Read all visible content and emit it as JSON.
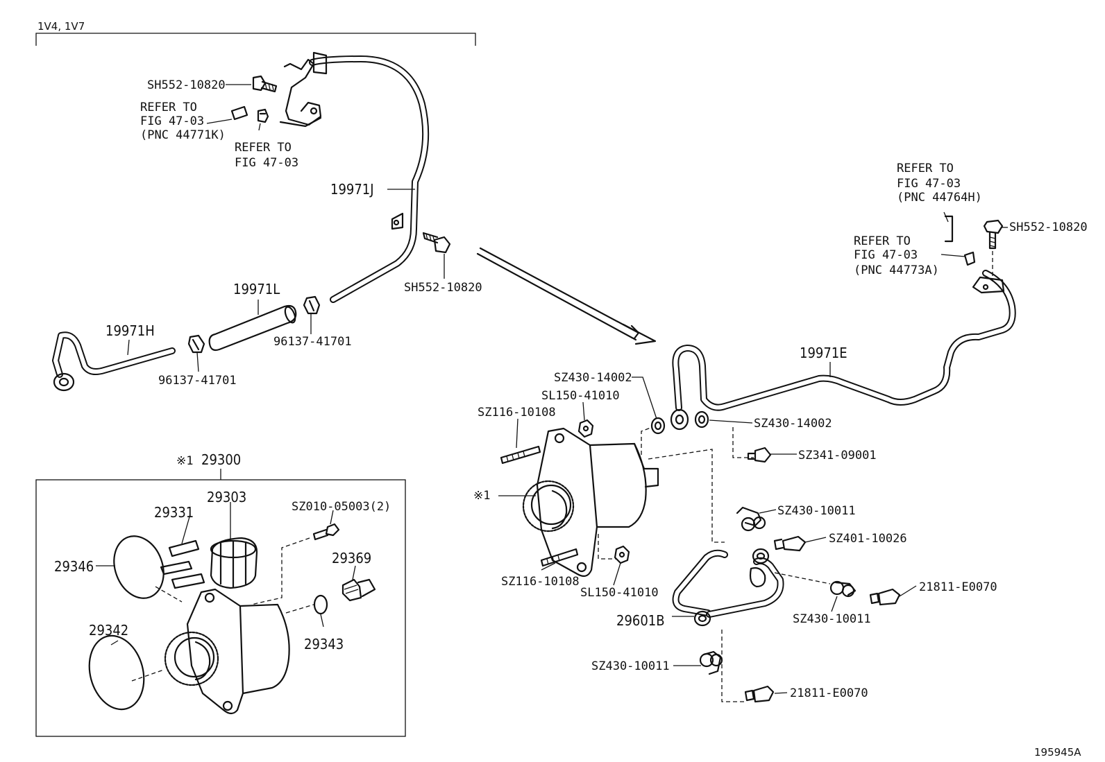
{
  "header": {
    "model_note": "1V4, 1V7"
  },
  "footer": {
    "diagram_id": "195945A"
  },
  "labels": {
    "sh552_a": "SH552-10820",
    "refer1_l1": "REFER TO",
    "refer1_l2": "FIG 47-03",
    "refer1_l3": "(PNC 44771K)",
    "refer2_l1": "REFER TO",
    "refer2_l2": "FIG 47-03",
    "p19971j": "19971J",
    "sh552_b": "SH552-10820",
    "p19971l": "19971L",
    "clip_a": "96137-41701",
    "p19971h": "19971H",
    "clip_b": "96137-41701",
    "refer3_l1": "REFER TO",
    "refer3_l2": "FIG 47-03",
    "refer3_l3": "(PNC 44764H)",
    "sh552_c": "SH552-10820",
    "refer4_l1": "REFER TO",
    "refer4_l2": "FIG 47-03",
    "refer4_l3": "(PNC 44773A)",
    "p19971e": "19971E",
    "sz430_14002_a": "SZ430-14002",
    "sl150_a": "SL150-41010",
    "sz116_a": "SZ116-10108",
    "sz430_14002_b": "SZ430-14002",
    "sz341": "SZ341-09001",
    "mark1": "※1",
    "sz430_10011_a": "SZ430-10011",
    "sz401": "SZ401-10026",
    "sz116_b": "SZ116-10108",
    "sl150_b": "SL150-41010",
    "p21811_a": "21811-E0070",
    "sz430_10011_b": "SZ430-10011",
    "p29601b": "29601B",
    "sz430_10011_c": "SZ430-10011",
    "p21811_b": "21811-E0070",
    "assy_mark": "※1",
    "assy_pnc": "29300",
    "p29303": "29303",
    "p29331": "29331",
    "sz010": "SZ010-05003(2)",
    "p29346": "29346",
    "p29369": "29369",
    "p29342": "29342",
    "p29343": "29343"
  }
}
